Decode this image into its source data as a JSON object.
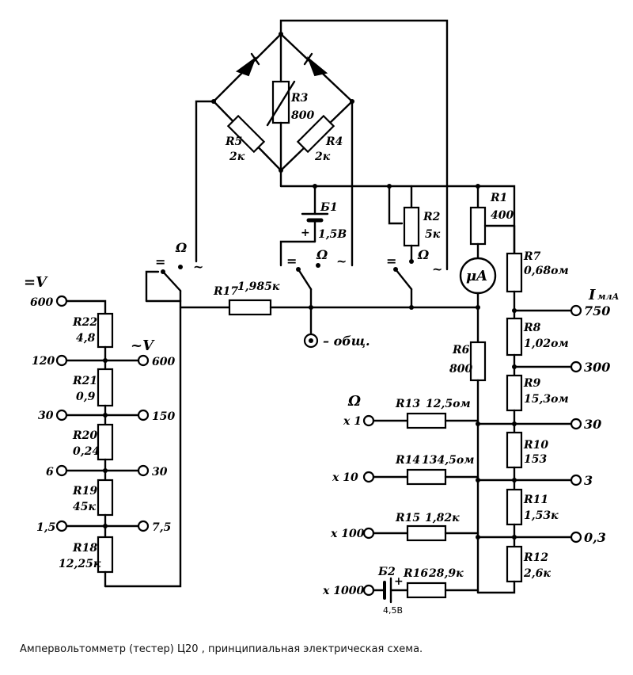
{
  "caption": "Ампервольтомметр (тестер) Ц20 , принципиальная электрическая схема.",
  "components": {
    "R1": {
      "name": "R1",
      "value": "400"
    },
    "R2": {
      "name": "R2",
      "value": "5к"
    },
    "R3": {
      "name": "R3",
      "value": "800"
    },
    "R4": {
      "name": "R4",
      "value": "2к"
    },
    "R5": {
      "name": "R5",
      "value": "2к"
    },
    "R6": {
      "name": "R6",
      "value": "800"
    },
    "R7": {
      "name": "R7",
      "value": "0,68ом"
    },
    "R8": {
      "name": "R8",
      "value": "1,02ом"
    },
    "R9": {
      "name": "R9",
      "value": "15,3ом"
    },
    "R10": {
      "name": "R10",
      "value": "153"
    },
    "R11": {
      "name": "R11",
      "value": "1,53к"
    },
    "R12": {
      "name": "R12",
      "value": "2,6к"
    },
    "R13": {
      "name": "R13",
      "value": "12,5ом"
    },
    "R14": {
      "name": "R14",
      "value": "134,5ом"
    },
    "R15": {
      "name": "R15",
      "value": "1,82к"
    },
    "R16": {
      "name": "R16",
      "value": "28,9к"
    },
    "R17": {
      "name": "R17",
      "value": "1,985к"
    },
    "R18": {
      "name": "R18",
      "value": "12,25к"
    },
    "R19": {
      "name": "R19",
      "value": "45к"
    },
    "R20": {
      "name": "R20",
      "value": "0,24"
    },
    "R21": {
      "name": "R21",
      "value": "0,9"
    },
    "R22": {
      "name": "R22",
      "value": "4,8"
    },
    "B1": {
      "name": "Б1",
      "value": "1,5В",
      "plus": "+"
    },
    "B2": {
      "name": "Б2",
      "value": "4,5В",
      "plus": "+"
    },
    "meter": "μA"
  },
  "labels": {
    "dc_volts": "=V",
    "ac_volts": "~V",
    "ma": "I",
    "ma_unit": "млА",
    "ohm": "Ω",
    "common": "– общ.",
    "sw_dc": "=",
    "sw_ohm": "Ω",
    "sw_ac": "~"
  },
  "dc_volt_terminals": [
    "600",
    "120",
    "30",
    "6",
    "1,5"
  ],
  "ac_volt_terminals": [
    "600",
    "150",
    "30",
    "7,5"
  ],
  "ma_terminals": [
    "750",
    "300",
    "30",
    "3",
    "0,3"
  ],
  "ohm_terminals": [
    "x 1",
    "x 10",
    "x 100",
    "x 1000"
  ]
}
